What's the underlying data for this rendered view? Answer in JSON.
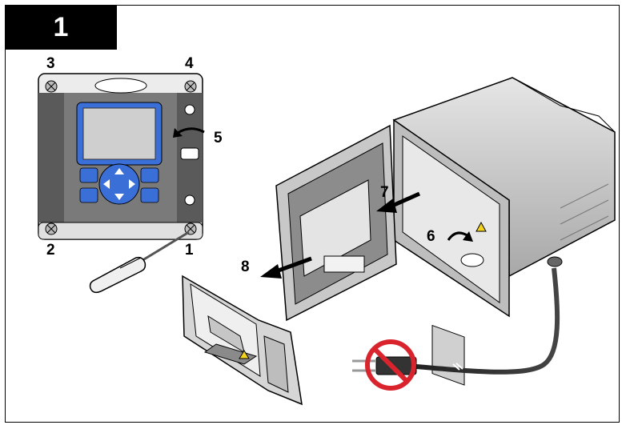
{
  "step": {
    "number": "1"
  },
  "callouts": {
    "screw_bottom_right": "1",
    "screw_bottom_left": "2",
    "screw_top_left": "3",
    "screw_top_right": "4",
    "rotate_front": "5",
    "rotate_latch": "6",
    "pull_internal": "7",
    "remove_cover": "8"
  },
  "icons": {
    "screwdriver": "screwdriver-icon",
    "no_power_plug": "no-power-plug-icon",
    "rotate_arrow": "curved-arrow-icon",
    "push_arrow": "straight-arrow-icon",
    "warning": "high-voltage-warning-icon"
  },
  "colors": {
    "keypad_blue": "#3b6fd8",
    "prohibition_red": "#d9232d",
    "warning_yellow": "#f2d21b",
    "housing_gray": "#bdbdbd",
    "panel_dark": "#5a5a5a"
  }
}
